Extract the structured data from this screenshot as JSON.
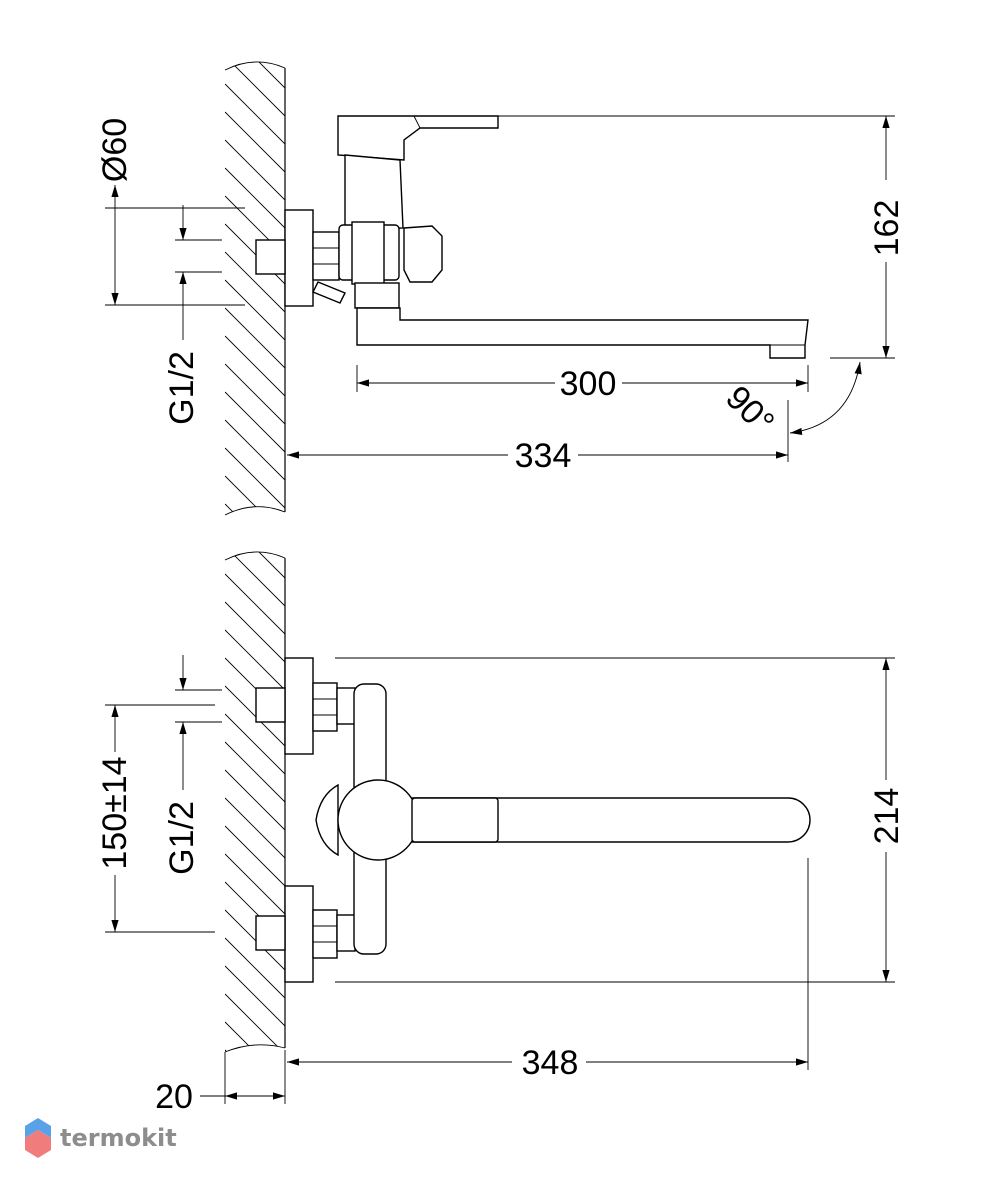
{
  "top_view": {
    "dim_diameter": "Ø60",
    "dim_thread": "G1/2",
    "dim_height": "162",
    "dim_spout_reach": "300",
    "dim_total_reach": "334",
    "dim_angle": "90°"
  },
  "front_view": {
    "dim_centers": "150±14",
    "dim_thread": "G1/2",
    "dim_height": "214",
    "dim_reach": "348",
    "dim_wall": "20"
  },
  "watermark": {
    "brand": "termokit",
    "colors": {
      "top": "#5aa2e8",
      "bottom": "#f07c7c"
    }
  }
}
